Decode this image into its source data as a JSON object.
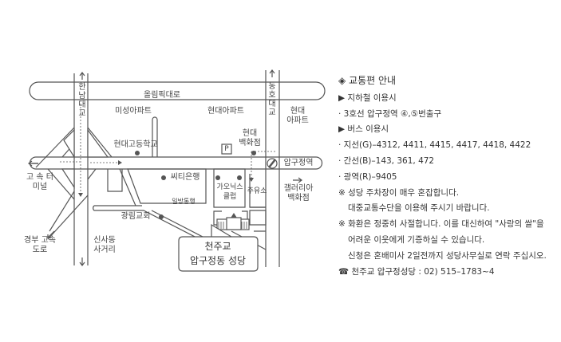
{
  "map": {
    "labels": {
      "olympic_road": "올림픽대로",
      "hannam_bridge": "한남대교",
      "dongho_bridge": "동호대교",
      "misung_apt": "미성아파트",
      "hyundai_apt": "현대아파트",
      "hyundai_apt_right": "현대 아파트",
      "hyundai_high": "현대고등학교",
      "parking": "P",
      "hyundai_dept": "현대 백화점",
      "apgujeong_station": "압구정역",
      "galleria": "갤러리아 백화점",
      "express_terminal": "고 속 터미널",
      "citibank": "씨티은행",
      "gaonix": "가오닉스 클럽",
      "gas_station": "주유소",
      "one_way": "일방통행",
      "kwanglim": "광림교회",
      "gyeongbu": "경부 고속도로",
      "sinsa": "신사동 사거리"
    },
    "church_callout": {
      "line1": "천주교",
      "line2": "압구정동 성당"
    }
  },
  "info": {
    "title": "◈ 교통편 안내",
    "subway_heading": "▶ 지하철 이용시",
    "subway_line": "· 3호선 압구정역 ④,⑤번출구",
    "bus_heading": "▶ 버스 이용시",
    "bus_g": "· 지선(G)–4312, 4411, 4415, 4417, 4418, 4422",
    "bus_b": "· 간선(B)–143, 361, 472",
    "bus_r": "· 광역(R)–9405",
    "note1a": "※ 성당 주차장이 매우 혼잡합니다.",
    "note1b": "대중교통수단을 이용해 주시기 바랍니다.",
    "note2a": "※ 화환은 정중히 사절합니다. 이를 대신하여 \"사랑의 쌀\"을",
    "note2b": "어려운 이웃에게 기증하실 수 있습니다.",
    "note2c": "신청은 혼배미사 2일전까지 성당사무실로 연락 주십시오.",
    "phone": "☎ 천주교 압구정성당 : 02) 515–1783~4"
  }
}
